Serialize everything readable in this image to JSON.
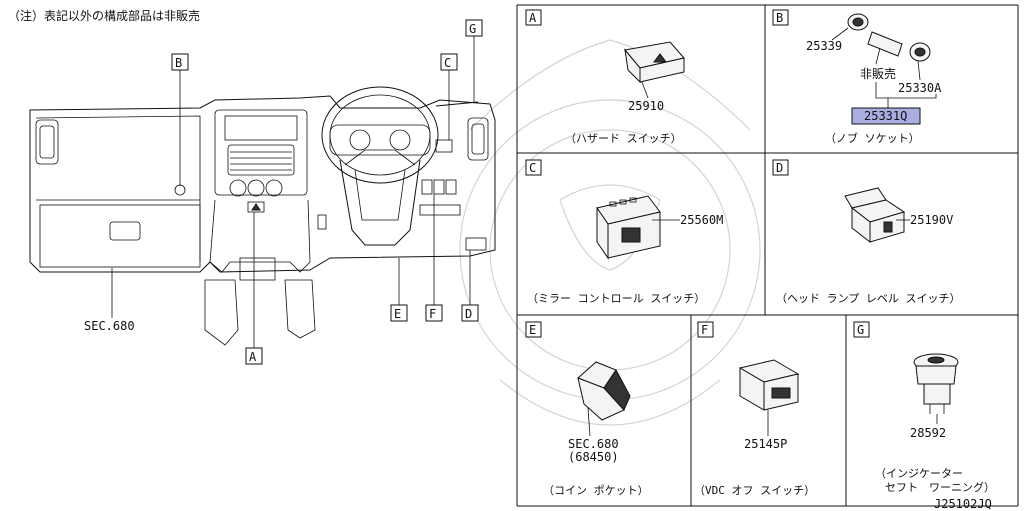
{
  "note": "（注）表記以外の構成部品は非販売",
  "drawing_code": "J25102JQ",
  "overview": {
    "sec_label": "SEC.680",
    "callouts": [
      "A",
      "B",
      "C",
      "D",
      "E",
      "F",
      "G"
    ]
  },
  "panels": [
    {
      "letter": "A",
      "parts": [
        "25910"
      ],
      "caption": "（ハザード スイッチ）"
    },
    {
      "letter": "B",
      "parts": [
        "25339",
        "25330A",
        "25331Q"
      ],
      "not_sold": "非販売",
      "caption": "（ノブ ソケット）"
    },
    {
      "letter": "C",
      "parts": [
        "25560M"
      ],
      "caption": "（ミラー コントロール スイッチ）"
    },
    {
      "letter": "D",
      "parts": [
        "25190V"
      ],
      "caption": "（ヘッド ランプ レベル スイッチ）"
    },
    {
      "letter": "E",
      "parts": [
        "SEC.680",
        "(68450)"
      ],
      "caption": "（コイン ポケット）"
    },
    {
      "letter": "F",
      "parts": [
        "25145P"
      ],
      "caption": "（VDC オフ スイッチ）"
    },
    {
      "letter": "G",
      "parts": [
        "28592"
      ],
      "caption_line1": "（インジケーター",
      "caption_line2": "セフト　ワーニング）"
    }
  ],
  "colors": {
    "highlight": "#a9aee0",
    "line": "#111111",
    "watermark": "#d4d4d4"
  }
}
